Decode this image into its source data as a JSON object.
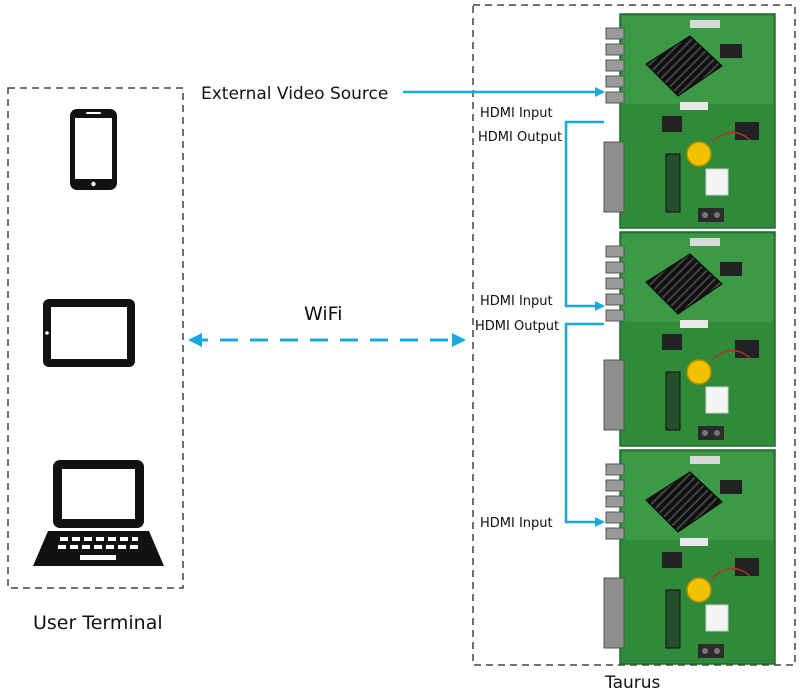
{
  "labels": {
    "external_source": "External Video Source",
    "wifi": "WiFi",
    "user_terminal": "User Terminal",
    "taurus": "Taurus",
    "hdmi_input": "HDMI Input",
    "hdmi_output": "HDMI Output"
  },
  "devices": [
    {
      "name": "smartphone-icon"
    },
    {
      "name": "tablet-icon"
    },
    {
      "name": "laptop-icon"
    }
  ],
  "colors": {
    "arrow": "#19a8e0",
    "board": "#2f8a3a",
    "board_dark": "#1f6a2c",
    "heatsink": "#1a1a1a",
    "border": "#444444"
  }
}
